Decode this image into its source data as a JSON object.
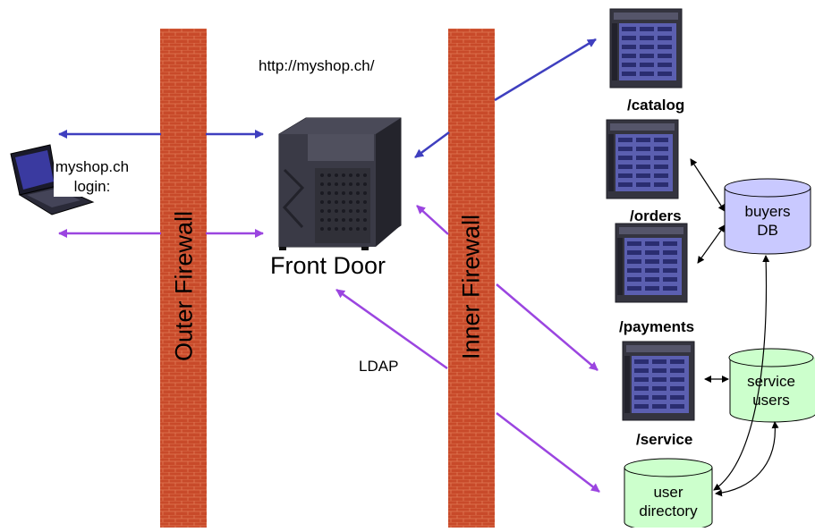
{
  "url_text": "http://myshop.ch/",
  "laptop_prompt_line1": "myshop.ch",
  "laptop_prompt_line2": "login:",
  "outer_firewall": "Outer Firewall",
  "inner_firewall": "Inner Firewall",
  "front_door": "Front Door",
  "ldap": "LDAP",
  "servers": {
    "catalog": "/catalog",
    "orders": "/orders",
    "payments": "/payments",
    "service": "/service"
  },
  "databases": {
    "buyers_line1": "buyers",
    "buyers_line2": "DB",
    "service_users_line1": "service",
    "service_users_line2": "users",
    "user_directory_line1": "user",
    "user_directory_line2": "directory"
  },
  "colors": {
    "brick": "#c84a2a",
    "blue_arrow": "#3f3fbf",
    "purple_arrow": "#9b45e0",
    "buyers_db": "#c9c9ff",
    "green_db": "#ccffcc",
    "server_body": "#3a3a4a",
    "server_panel": "#5b5fb0"
  }
}
